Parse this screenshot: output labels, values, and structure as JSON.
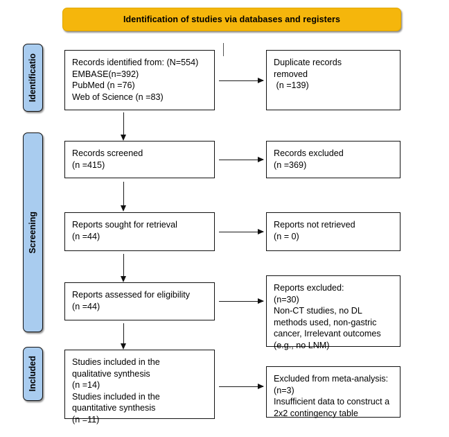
{
  "diagram": {
    "title": "Identification of studies via databases and registers",
    "accent_color": "#F5B60C",
    "stage_color": "#A9CCEF",
    "stages": [
      {
        "id": "identification",
        "label": "Identificatio"
      },
      {
        "id": "screening",
        "label": "Screening"
      },
      {
        "id": "included",
        "label": "Included"
      }
    ],
    "boxes": {
      "identified": {
        "lines": [
          "Records identified from: (N=554)",
          "EMBASE(n=392)",
          "PubMed (n =76)",
          "Web of Science (n =83)"
        ]
      },
      "duplicates": {
        "lines": [
          "Duplicate records",
          "removed",
          " (n =139)"
        ]
      },
      "screened": {
        "lines": [
          "Records screened",
          "(n =415)"
        ]
      },
      "excluded_screen": {
        "lines": [
          "Records excluded",
          "(n =369)"
        ]
      },
      "sought": {
        "lines": [
          "Reports sought for retrieval",
          "(n =44)"
        ]
      },
      "not_retrieved": {
        "lines": [
          "Reports not retrieved",
          "(n = 0)"
        ]
      },
      "assessed": {
        "lines": [
          "Reports assessed for eligibility",
          "(n =44)"
        ]
      },
      "reports_excluded": {
        "lines": [
          "Reports excluded:",
          "(n=30)",
          "Non-CT studies, no DL",
          "methods used, non-gastric",
          "cancer, Irrelevant outcomes",
          "(e.g., no LNM)"
        ]
      },
      "included_studies": {
        "lines": [
          "Studies included in the",
          "qualitative synthesis",
          "(n =14)",
          "Studies included in the",
          "quantitative synthesis",
          "(n =11)"
        ]
      },
      "meta_excluded": {
        "lines": [
          "Excluded from meta-analysis:",
          "(n=3)",
          "Insufficient data to construct a",
          "2x2 contingency table"
        ]
      }
    }
  }
}
